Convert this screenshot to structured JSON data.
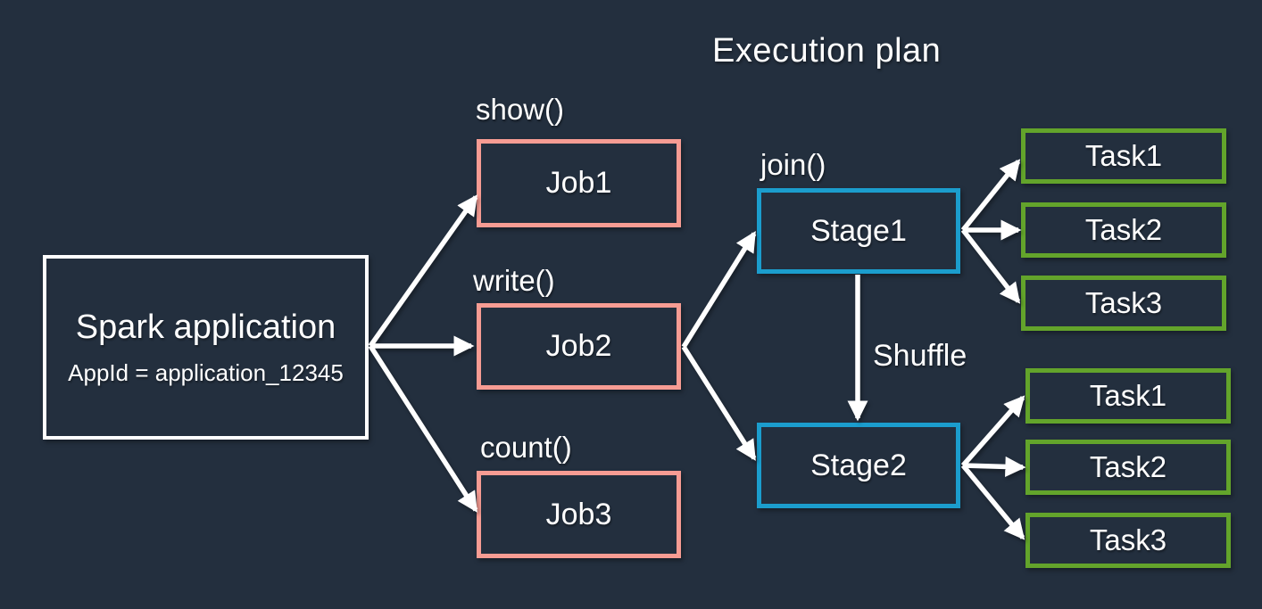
{
  "title": "Execution plan",
  "colors": {
    "bg": "#232F3E",
    "text": "#FFFFFF",
    "arrow": "#FFFFFF",
    "app_border": "#FFFFFF",
    "job_border": "#F79C93",
    "stage_border": "#1B9DCD",
    "task_border": "#63A42B"
  },
  "app": {
    "label": "Spark application",
    "app_id": "AppId = application_12345"
  },
  "jobs": [
    {
      "action": "show()",
      "label": "Job1"
    },
    {
      "action": "write()",
      "label": "Job2"
    },
    {
      "action": "count()",
      "label": "Job3"
    }
  ],
  "stages": [
    {
      "action": "join()",
      "label": "Stage1",
      "tasks": [
        "Task1",
        "Task2",
        "Task3"
      ]
    },
    {
      "label": "Stage2",
      "tasks": [
        "Task1",
        "Task2",
        "Task3"
      ]
    }
  ],
  "shuffle_label": "Shuffle"
}
